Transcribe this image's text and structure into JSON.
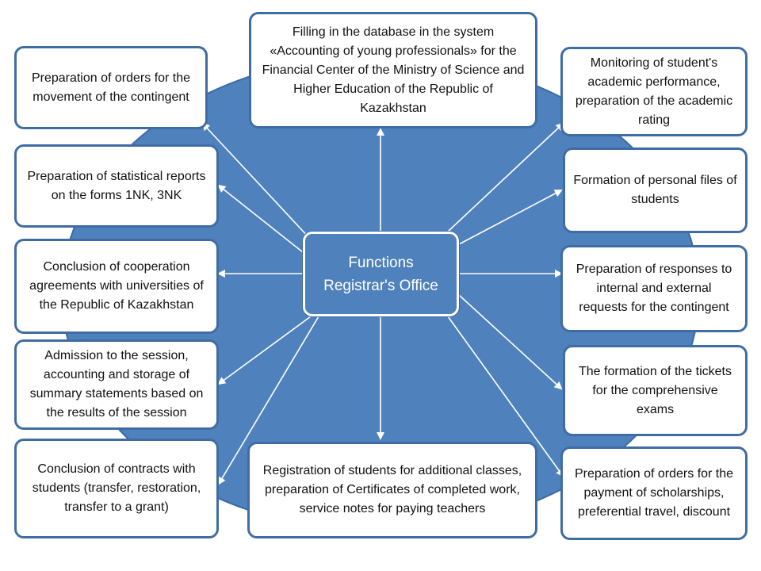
{
  "center": {
    "line1": "Functions",
    "line2": "Registrar's Office"
  },
  "boxes": {
    "top": "Filling in the database in the system «Accounting of young professionals» for the Financial Center of the Ministry of Science and Higher Education of the Republic of Kazakhstan",
    "left1": "Preparation of orders for the movement of the contingent",
    "left2": "Preparation of statistical reports on the forms 1NK, 3NK",
    "left3": "Conclusion of cooperation agreements with universities of the Republic of Kazakhstan",
    "left4": "Admission to the session, accounting and storage of summary statements based on the results of the session",
    "left5": "Conclusion of contracts with students (transfer, restoration, transfer to a grant)",
    "bottom": "Registration of students for additional classes, preparation of Certificates of completed work, service notes for paying teachers",
    "right1": "Monitoring of student's academic performance, preparation of the academic rating",
    "right2": "Formation of personal files of students",
    "right3": "Preparation of responses to internal and external requests for the contingent",
    "right4": "The formation of the tickets for the comprehensive exams",
    "right5": "Preparation of orders for the payment of scholarships, preferential travel, discount"
  },
  "colors": {
    "circle": "#4f81bd",
    "circle_border": "#3a6aa3",
    "box_border": "#3f6da3",
    "arrow": "#ffffff"
  }
}
